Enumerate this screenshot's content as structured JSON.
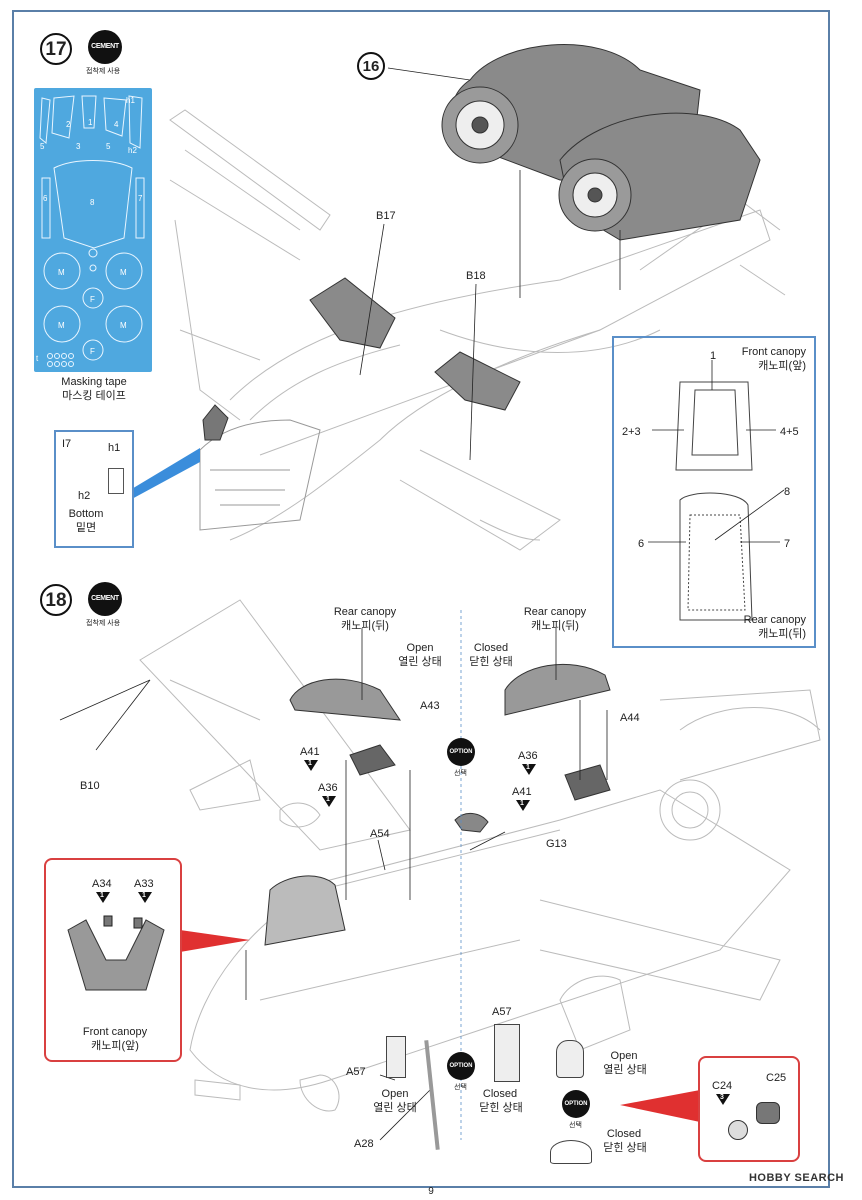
{
  "step17": {
    "number": "17",
    "cement_badge": "CEMENT",
    "cement_sub": "접착제 사용",
    "prev_step_ref": "16",
    "mask_numbers": [
      "h1",
      "1",
      "2",
      "3",
      "4",
      "5",
      "h2",
      "5",
      "6",
      "8",
      "7",
      "M",
      "M",
      "F",
      "M",
      "M",
      "F",
      "t"
    ],
    "mask_caption_en": "Masking tape",
    "mask_caption_ko": "마스킹 테이프",
    "inset": {
      "part": "I7",
      "h1": "h1",
      "h2": "h2",
      "bottom_en": "Bottom",
      "bottom_ko": "밑면"
    },
    "parts": {
      "b17": "B17",
      "b18": "B18"
    },
    "front_canopy": {
      "title_en": "Front canopy",
      "title_ko": "캐노피(앞)",
      "n1": "1",
      "n23": "2+3",
      "n45": "4+5"
    },
    "rear_canopy": {
      "n8": "8",
      "n6": "6",
      "n7": "7",
      "title_en": "Rear canopy",
      "title_ko": "캐노피(뒤)"
    }
  },
  "step18": {
    "number": "18",
    "cement_badge": "CEMENT",
    "cement_sub": "접착제 사용",
    "rear_canopy_open": {
      "en": "Rear canopy",
      "ko": "캐노피(뒤)",
      "state_en": "Open",
      "state_ko": "열린 상태"
    },
    "rear_canopy_closed": {
      "en": "Rear canopy",
      "ko": "캐노피(뒤)",
      "state_en": "Closed",
      "state_ko": "닫힌 상태"
    },
    "option_label": "OPTION",
    "option_sub": "선택",
    "parts": {
      "a43": "A43",
      "a44": "A44",
      "a41": "A41",
      "a41b": "A41",
      "a36": "A36",
      "a36b": "A36",
      "a54": "A54",
      "g13": "G13",
      "b10": "B10",
      "a57": "A57",
      "a57b": "A57",
      "a28": "A28",
      "a34": "A34",
      "a33": "A33",
      "c24": "C24",
      "c25": "C25"
    },
    "tri_num": "1",
    "tri_num3": "3",
    "front_canopy": {
      "en": "Front canopy",
      "ko": "캐노피(앞)"
    },
    "door_open": {
      "en": "Open",
      "ko": "열린 상태"
    },
    "door_closed": {
      "en": "Closed",
      "ko": "닫힌 상태"
    },
    "gear_open": {
      "en": "Open",
      "ko": "열린 상태"
    },
    "gear_closed": {
      "en": "Closed",
      "ko": "닫힌 상태"
    }
  },
  "page_number": "9",
  "watermark": "HOBBY SEARCH",
  "colors": {
    "frame": "#5a7fa8",
    "mask_blue": "#4fa8df",
    "gray_part": "#8a8a8a",
    "red_box": "#d94040"
  }
}
